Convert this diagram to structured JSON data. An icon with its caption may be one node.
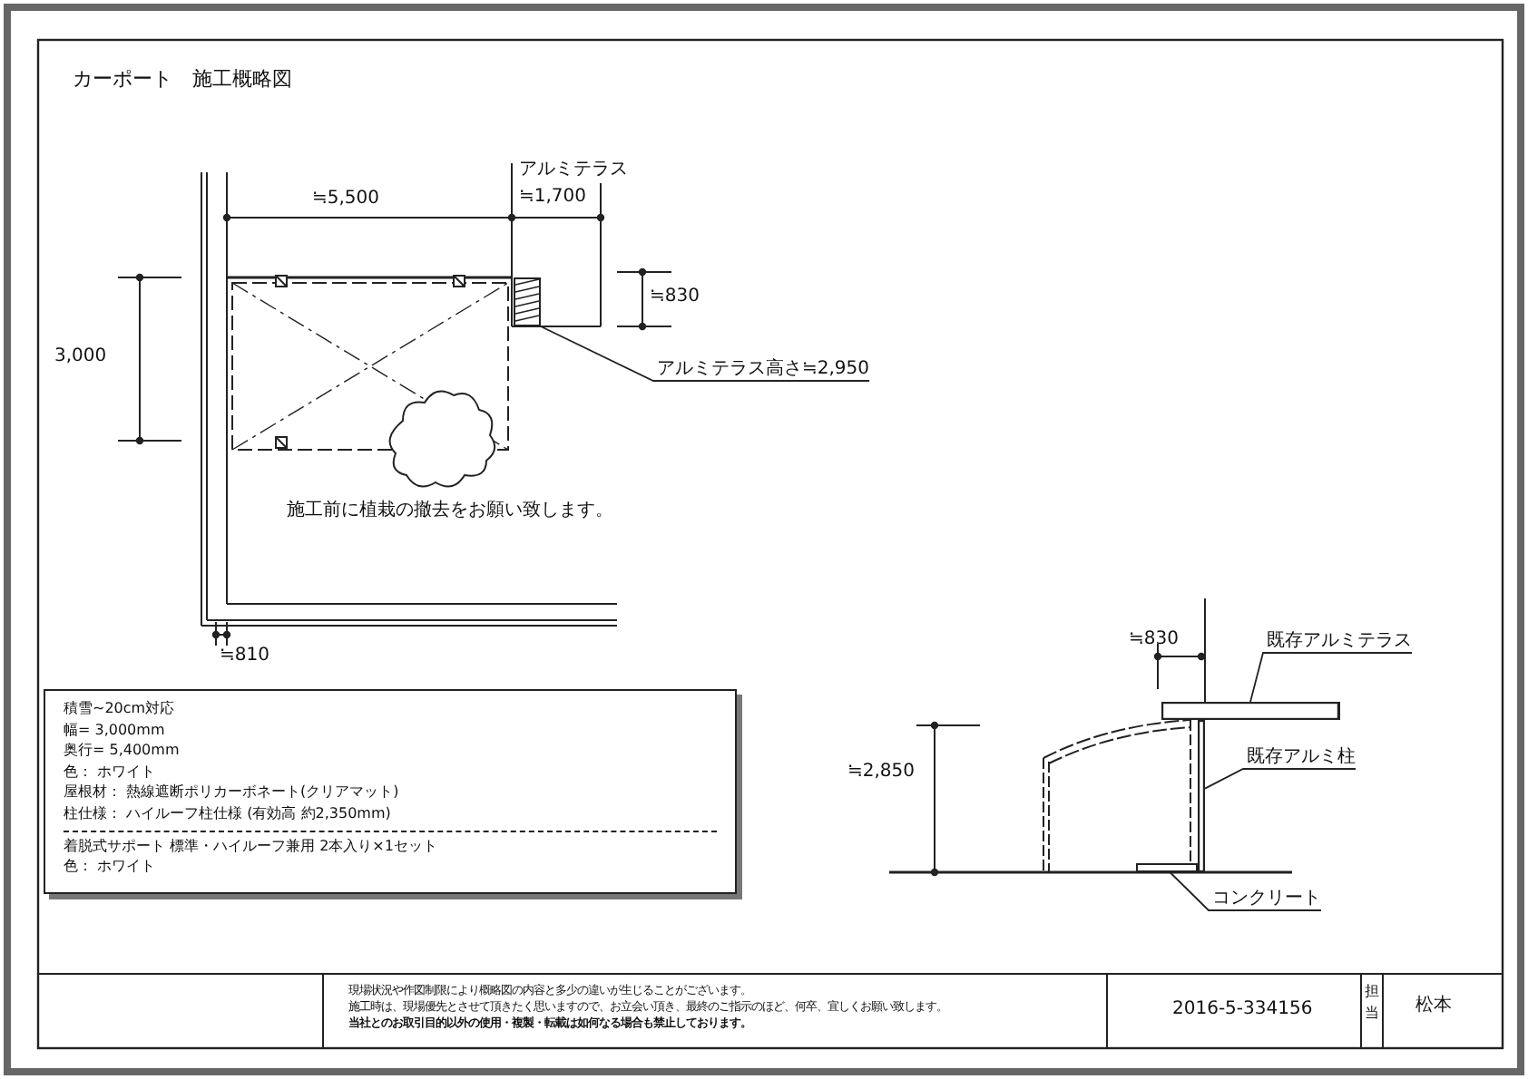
{
  "diagram": {
    "title": "カーポート　施工概略図",
    "nodes": [
      {
        "text": [
          "アルミテラス高さ≒2,950"
        ]
      },
      {
        "text": [],
        "shape": "box"
      },
      {
        "text": [
          "積雪~20cm対応",
          "幅= 3,000mm",
          "奥行= 5,400mm",
          "色： ホワイト",
          "屋根材： 熱線遮断ポリカーボネート(クリアマット)",
          "柱仕様： ハイルーフ柱仕様 (有効高 約2,350mm)",
          "着脱式サポート 標準・ハイルーフ兼用 2本入り×1セット",
          "色： ホワイト"
        ]
      },
      {
        "text": [
          "既存アルミテラス"
        ]
      },
      {
        "text": [],
        "shape": "bar"
      },
      {
        "text": [
          "既存アルミ柱"
        ]
      },
      {
        "text": [],
        "shape": "bar"
      },
      {
        "text": [
          "コンクリート"
        ]
      },
      {
        "text": [],
        "shape": "box"
      }
    ],
    "edges": [
      {
        "from": 0,
        "to": 1,
        "arrow": "none"
      },
      {
        "from": 3,
        "to": 4,
        "arrow": "none"
      },
      {
        "from": 5,
        "to": 6,
        "arrow": "none"
      },
      {
        "from": 7,
        "to": 8,
        "arrow": "none"
      }
    ],
    "labels": [
      "≒5,500",
      "アルミテラス",
      "≒1,700",
      "≒830",
      "3,000",
      "施工前に植栽の撤去をお願い致します。",
      "≒810",
      "≒830",
      "≒2,850",
      "現場状況や作図制限により概略図の内容と多少の違いが生じることがございます。",
      "施工時は、現場優先とさせて頂きたく思いますので、お立会い頂き、最終のご指示のほど、何卒、宜しくお願い致します。",
      "当社とのお取引目的以外の使用・複製・転載は如何なる場合も禁止しております。",
      "2016-5-334156",
      "担当",
      "松本"
    ]
  }
}
